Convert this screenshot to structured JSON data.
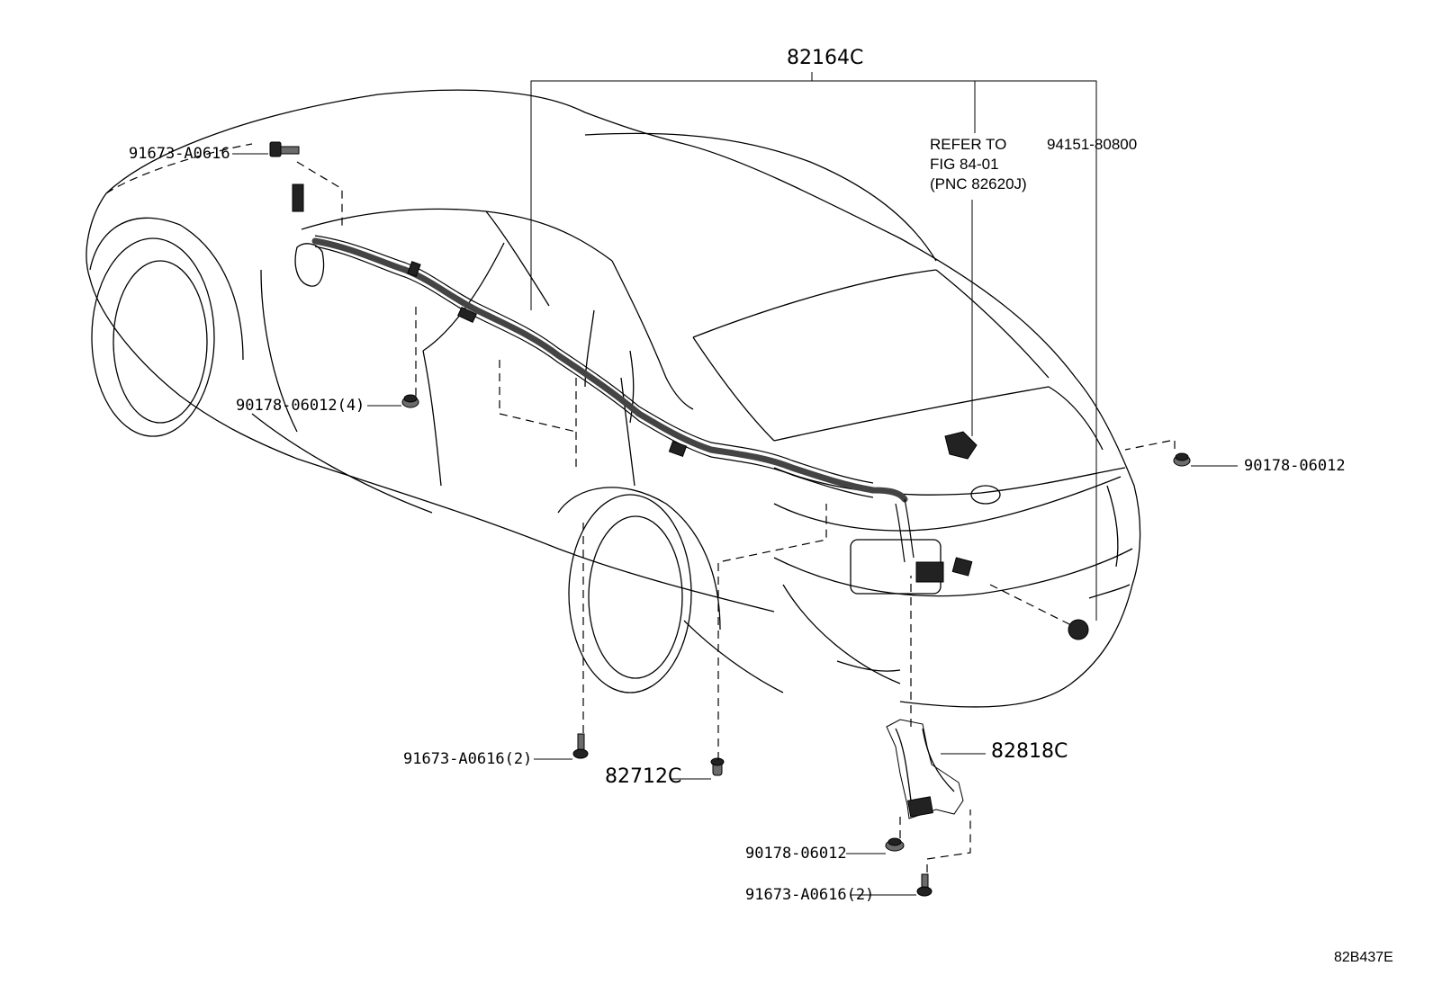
{
  "labels": {
    "harness_main": "82164C",
    "refer_line1": "REFER TO",
    "refer_line2": "FIG 84-01",
    "refer_line3": "(PNC 82620J)",
    "grommet": "94151-80800",
    "bolt_top": "91673-A0616",
    "nut_left": "90178-06012(4)",
    "nut_right": "90178-06012",
    "bolt_lower_left": "91673-A0616(2)",
    "clip": "82712C",
    "bracket": "82818C",
    "nut_bracket": "90178-06012",
    "bolt_bracket": "91673-A0616(2)",
    "figure_id": "82B437E"
  }
}
